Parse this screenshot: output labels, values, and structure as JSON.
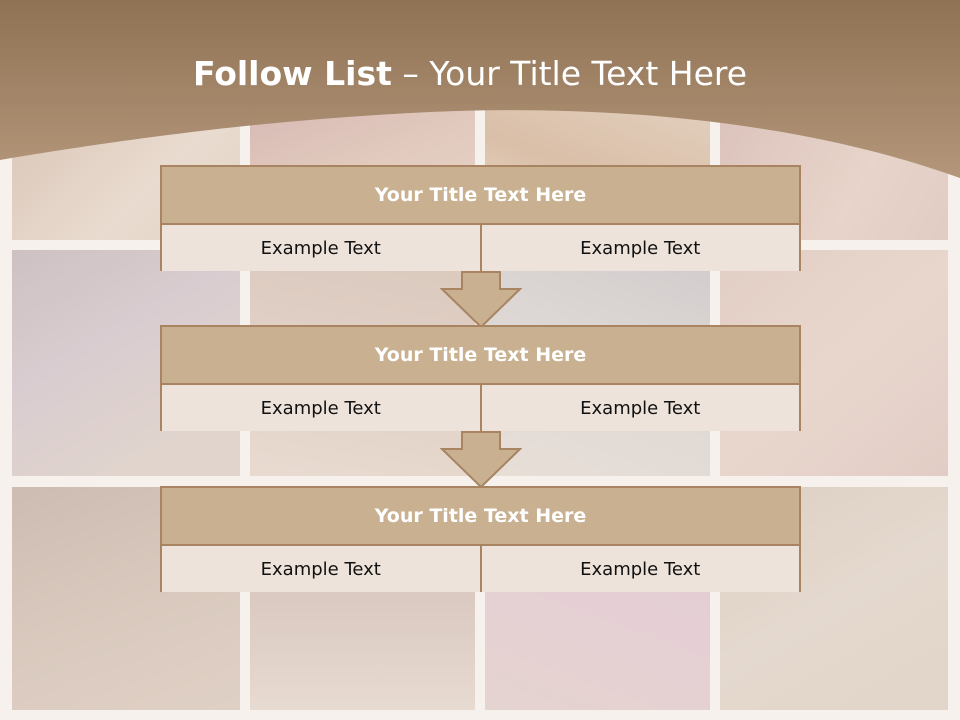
{
  "slide": {
    "title_bold": "Follow List",
    "title_rest": " – Your Title Text Here"
  },
  "colors": {
    "banner": "#9f7d5c",
    "header_fill": "#c8b090",
    "border": "#a88462",
    "cell_fill": "#ede3da"
  },
  "blocks": [
    {
      "title": "Your Title Text Here",
      "left": "Example Text",
      "right": "Example Text"
    },
    {
      "title": "Your Title Text Here",
      "left": "Example Text",
      "right": "Example Text"
    },
    {
      "title": "Your Title Text Here",
      "left": "Example Text",
      "right": "Example Text"
    }
  ],
  "icons": [
    "down-arrow-icon",
    "down-arrow-icon"
  ]
}
